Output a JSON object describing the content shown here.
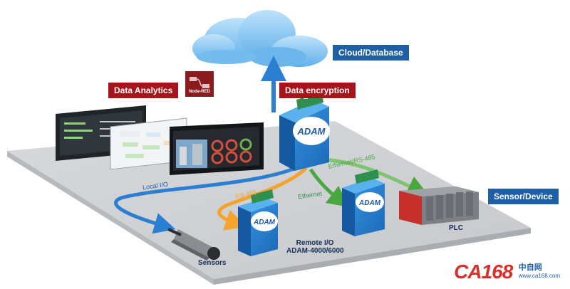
{
  "labels": {
    "cloud": "Cloud/Database",
    "data_analytics": "Data Analytics",
    "data_encryption": "Data encryption",
    "sensor_device": "Sensor/Device",
    "node_red": "Node-RED",
    "local_io": "Local I/O",
    "rs485": "RS-485",
    "ethernet": "Ethernet",
    "ethernet_rs485": "Ethernet/RS-485",
    "sensors": "Sensors",
    "plc": "PLC",
    "remote_io_line1": "Remote I/O",
    "remote_io_line2": "ADAM-4000/6000",
    "adam": "ADAM"
  },
  "watermark": {
    "brand": "CA168",
    "cn": "中自网",
    "site": "www.ca168.com"
  },
  "colors": {
    "tag_blue": "#1f5fa6",
    "tag_red": "#a7141b",
    "flow_blue": "#2a7fd0",
    "flow_orange": "#f4a32e",
    "flow_green": "#4aa63e",
    "device_green": "#2f8f4f",
    "device_blue": "#2e7fd1",
    "plc_red": "#d8312c"
  }
}
